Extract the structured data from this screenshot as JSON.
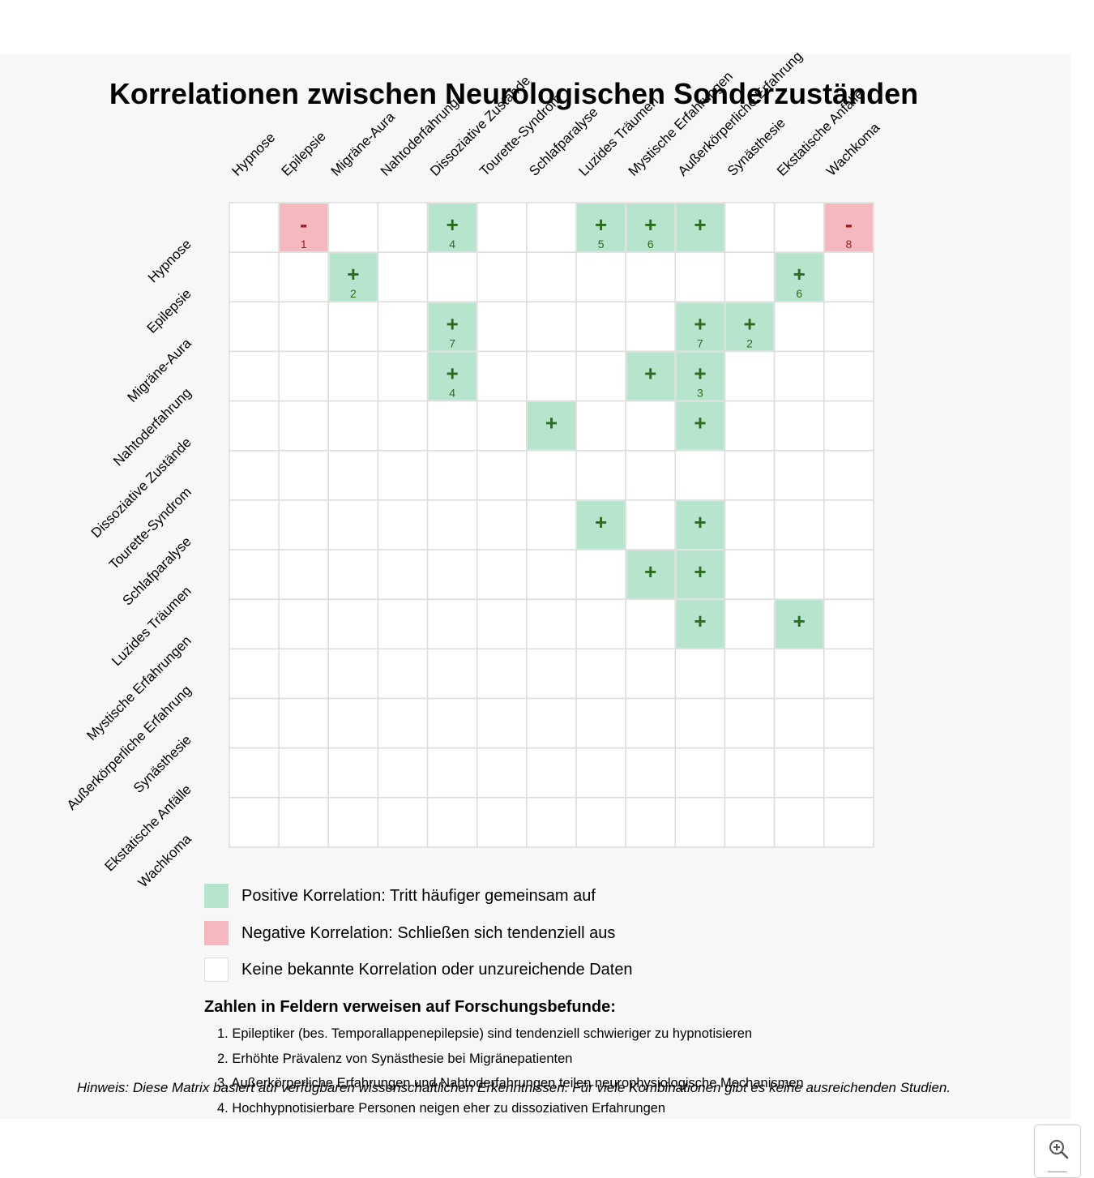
{
  "title": "Korrelationen zwischen Neurologischen Sonderzuständen",
  "chart_data": {
    "type": "heatmap",
    "title": "Korrelationen zwischen Neurologischen Sonderzuständen",
    "columns": [
      "Hypnose",
      "Epilepsie",
      "Migräne-Aura",
      "Nahtoderfahrung",
      "Dissoziative Zustände",
      "Tourette-Syndrom",
      "Schlafparalyse",
      "Luzides Träumen",
      "Mystische Erfahrungen",
      "Außerkörperliche Erfahrung",
      "Synästhesie",
      "Ekstatische Anfälle",
      "Wachkoma"
    ],
    "rows": [
      "Hypnose",
      "Epilepsie",
      "Migräne-Aura",
      "Nahtoderfahrung",
      "Dissoziative Zustände",
      "Tourette-Syndrom",
      "Schlafparalyse",
      "Luzides Träumen",
      "Mystische Erfahrungen",
      "Außerkörperliche Erfahrung",
      "Synästhesie",
      "Ekstatische Anfälle",
      "Wachkoma"
    ],
    "cells": [
      {
        "row": "Hypnose",
        "col": "Epilepsie",
        "sign": "-",
        "ref": "1"
      },
      {
        "row": "Hypnose",
        "col": "Dissoziative Zustände",
        "sign": "+",
        "ref": "4"
      },
      {
        "row": "Hypnose",
        "col": "Luzides Träumen",
        "sign": "+",
        "ref": "5"
      },
      {
        "row": "Hypnose",
        "col": "Mystische Erfahrungen",
        "sign": "+",
        "ref": "6"
      },
      {
        "row": "Hypnose",
        "col": "Außerkörperliche Erfahrung",
        "sign": "+",
        "ref": ""
      },
      {
        "row": "Hypnose",
        "col": "Wachkoma",
        "sign": "-",
        "ref": "8"
      },
      {
        "row": "Epilepsie",
        "col": "Migräne-Aura",
        "sign": "+",
        "ref": "2"
      },
      {
        "row": "Epilepsie",
        "col": "Ekstatische Anfälle",
        "sign": "+",
        "ref": "6"
      },
      {
        "row": "Migräne-Aura",
        "col": "Dissoziative Zustände",
        "sign": "+",
        "ref": "7"
      },
      {
        "row": "Migräne-Aura",
        "col": "Außerkörperliche Erfahrung",
        "sign": "+",
        "ref": "7"
      },
      {
        "row": "Migräne-Aura",
        "col": "Synästhesie",
        "sign": "+",
        "ref": "2"
      },
      {
        "row": "Nahtoderfahrung",
        "col": "Dissoziative Zustände",
        "sign": "+",
        "ref": "4"
      },
      {
        "row": "Nahtoderfahrung",
        "col": "Mystische Erfahrungen",
        "sign": "+",
        "ref": ""
      },
      {
        "row": "Nahtoderfahrung",
        "col": "Außerkörperliche Erfahrung",
        "sign": "+",
        "ref": "3"
      },
      {
        "row": "Dissoziative Zustände",
        "col": "Schlafparalyse",
        "sign": "+",
        "ref": ""
      },
      {
        "row": "Dissoziative Zustände",
        "col": "Außerkörperliche Erfahrung",
        "sign": "+",
        "ref": ""
      },
      {
        "row": "Schlafparalyse",
        "col": "Luzides Träumen",
        "sign": "+",
        "ref": ""
      },
      {
        "row": "Schlafparalyse",
        "col": "Außerkörperliche Erfahrung",
        "sign": "+",
        "ref": ""
      },
      {
        "row": "Luzides Träumen",
        "col": "Mystische Erfahrungen",
        "sign": "+",
        "ref": ""
      },
      {
        "row": "Luzides Träumen",
        "col": "Außerkörperliche Erfahrung",
        "sign": "+",
        "ref": ""
      },
      {
        "row": "Mystische Erfahrungen",
        "col": "Außerkörperliche Erfahrung",
        "sign": "+",
        "ref": ""
      },
      {
        "row": "Mystische Erfahrungen",
        "col": "Ekstatische Anfälle",
        "sign": "+",
        "ref": ""
      }
    ],
    "colors": {
      "positive": "#b7e4cd",
      "negative": "#f5b8be",
      "none": "#ffffff",
      "grid": "#dddddd",
      "positive_text": "#2a6b1e",
      "negative_text": "#9b1c1c"
    }
  },
  "legend": [
    {
      "text": "Positive Korrelation: Tritt häufiger gemeinsam auf",
      "color": "#b7e4cd"
    },
    {
      "text": "Negative Korrelation: Schließen sich tendenziell aus",
      "color": "#f5b8be"
    },
    {
      "text": "Keine bekannte Korrelation oder unzureichende Daten",
      "color": "#ffffff"
    }
  ],
  "references": {
    "heading": "Zahlen in Feldern verweisen auf Forschungsbefunde:",
    "items": [
      "1. Epileptiker (bes. Temporallappenepilepsie) sind tendenziell schwieriger zu hypnotisieren",
      "2. Erhöhte Prävalenz von Synästhesie bei Migränepatienten",
      "3. Außerkörperliche Erfahrungen und Nahtoderfahrungen teilen neurophysiologische Mechanismen",
      "4. Hochhypnotisierbare Personen neigen eher zu dissoziativen Erfahrungen"
    ]
  },
  "note": "Hinweis: Diese Matrix basiert auf verfügbaren wissenschaftlichen Erkenntnissen. Für viele Kombinationen gibt es keine ausreichenden Studien.",
  "zoom_icon": "zoom-in-icon"
}
